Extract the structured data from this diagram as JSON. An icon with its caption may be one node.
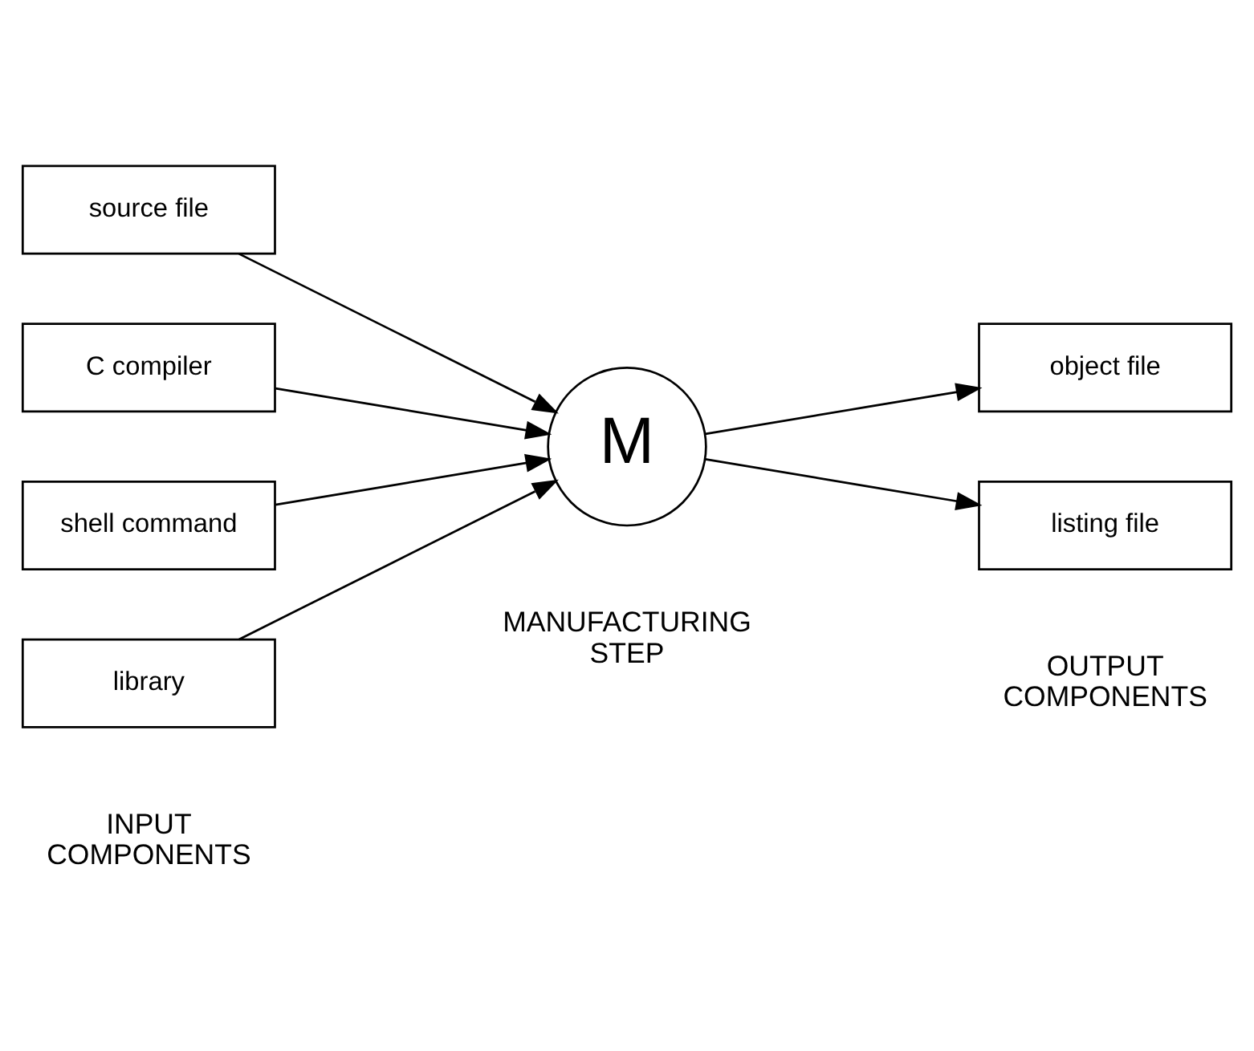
{
  "diagram": {
    "nodes": [
      {
        "text": [
          "source file"
        ]
      },
      {
        "text": [
          "C compiler"
        ]
      },
      {
        "text": [
          "shell command"
        ]
      },
      {
        "text": [
          "library"
        ]
      },
      {
        "text": [
          "M"
        ]
      },
      {
        "text": [
          "object file"
        ]
      },
      {
        "text": [
          "listing file"
        ]
      }
    ],
    "edges": [
      {
        "from": 0,
        "to": 4,
        "arrow": "to"
      },
      {
        "from": 1,
        "to": 4,
        "arrow": "to"
      },
      {
        "from": 2,
        "to": 4,
        "arrow": "to"
      },
      {
        "from": 3,
        "to": 4,
        "arrow": "to"
      },
      {
        "from": 4,
        "to": 5,
        "arrow": "to"
      },
      {
        "from": 4,
        "to": 6,
        "arrow": "to"
      }
    ],
    "labels": [
      "INPUT COMPONENTS",
      "MANUFACTURING STEP",
      "OUTPUT COMPONENTS"
    ]
  }
}
